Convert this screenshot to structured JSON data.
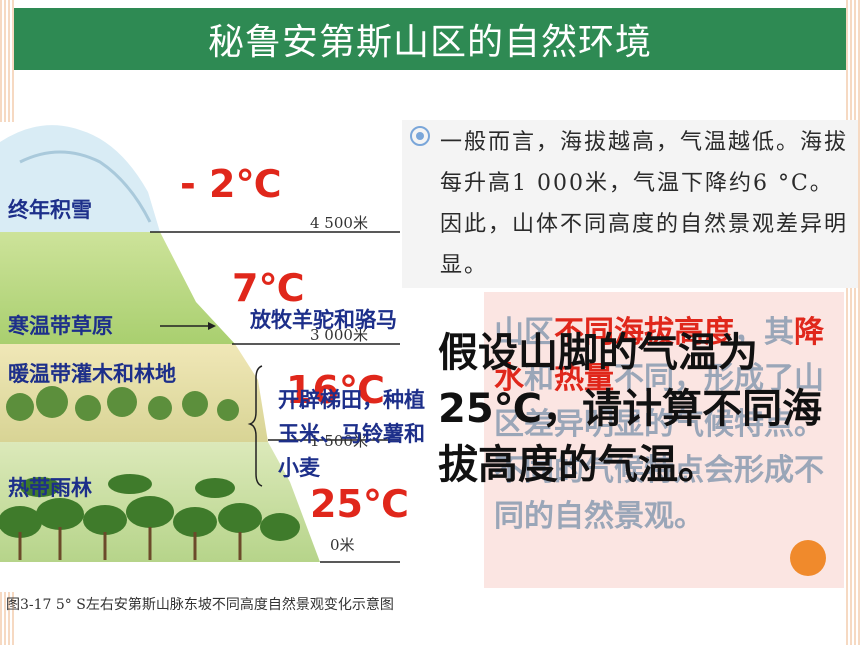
{
  "title": "秘鲁安第斯山区的自然环境",
  "figure": {
    "zones": {
      "snow": "终年积雪",
      "grassland": "寒温带草原",
      "shrub": "暖温带灌木和林地",
      "rainforest": "热带雨林"
    },
    "temps": {
      "t_snow": "- 2℃",
      "t_grass": "7℃",
      "t_shrub": "16℃",
      "t_rain": "25℃"
    },
    "altitudes": {
      "a4500": "4 500米",
      "a3000": "3 000米",
      "a1500": "1 500米",
      "a0": "0米"
    },
    "notes": {
      "grass_use": "放牧羊驼和骆马",
      "shrub_use_1": "开辟梯田，种植",
      "shrub_use_2": "玉米、马铃薯和",
      "shrub_use_3": "小麦"
    },
    "caption": "图3-17 5° S左右安第斯山脉东坡不同高度自然景观变化示意图"
  },
  "textbook_note": "一般而言，海拔越高，气温越低。海拔每升高1 000米，气温下降约6 °C。因此，山体不同高度的自然景观差异明显。",
  "underlay": {
    "p1": "山区",
    "p1_red": "不同海拔高度",
    "p2": "，其",
    "p2_red1": "降水",
    "p2_mid": "和",
    "p2_red2": "热量",
    "p3": "不同，形成了山区差异明显的气候特点。不同的气候特点会形成不同的自然景观。"
  },
  "overlay": "假设山脚的气温为25℃，请计算不同海拔高度的气温。"
}
